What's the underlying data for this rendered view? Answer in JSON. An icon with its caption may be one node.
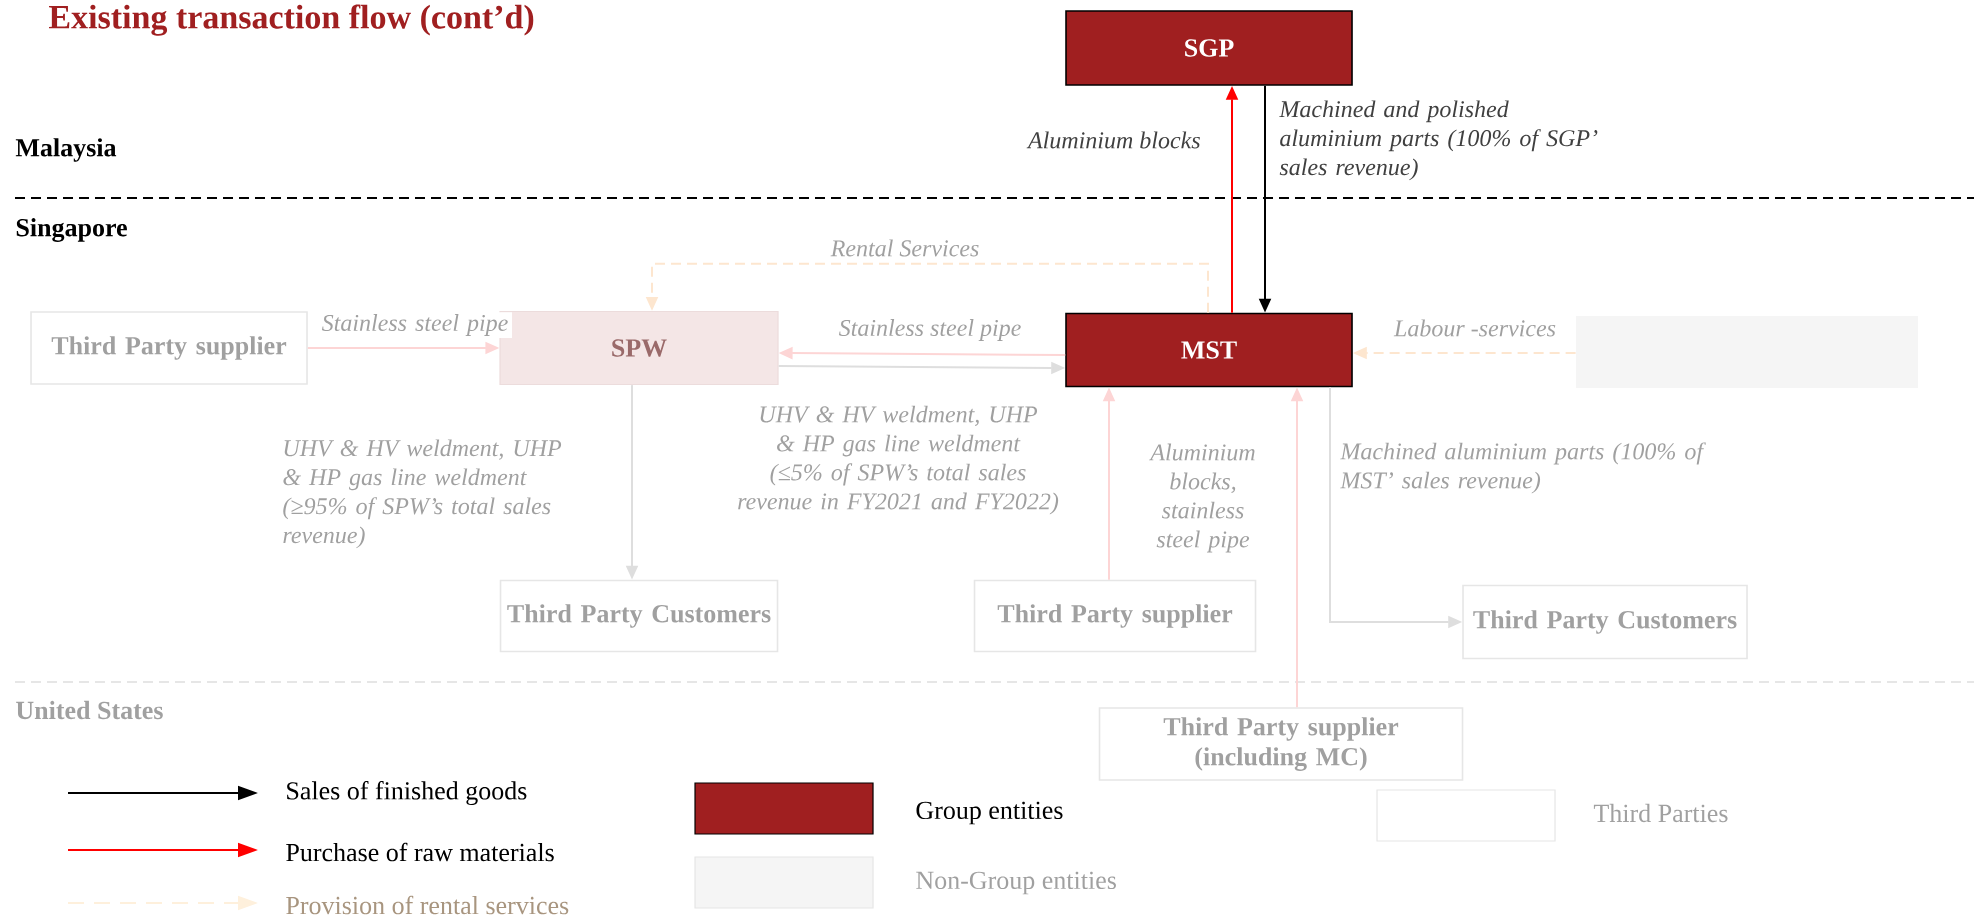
{
  "diagram": {
    "title": "Existing transaction flow (cont’d)",
    "nodes": [
      {
        "text": [
          "SGP"
        ]
      },
      {
        "text": [
          "Third Party supplier"
        ]
      },
      {
        "text": [
          "SPW"
        ]
      },
      {
        "text": [
          "MST"
        ]
      },
      {
        "text": [],
        "shape": "box"
      },
      {
        "text": [
          "Third Party Customers"
        ]
      },
      {
        "text": [
          "Third Party supplier"
        ]
      },
      {
        "text": [
          "Third Party Customers"
        ]
      },
      {
        "text": [
          "Third Party supplier (including MC)"
        ]
      }
    ],
    "edges": [
      {
        "from": 3,
        "to": 0,
        "arrow": "to",
        "label": "Aluminium blocks",
        "color": "#ff0000"
      },
      {
        "from": 0,
        "to": 3,
        "arrow": "to",
        "label": "Machined and polished aluminium parts (100% of  SGP’ sales revenue)",
        "color": "#000000"
      },
      {
        "from": 1,
        "to": 2,
        "arrow": "to",
        "label": "Stainless steel pipe",
        "color": "#fdd5d5"
      },
      {
        "from": 3,
        "to": 2,
        "arrow": "to",
        "label": "Stainless steel pipe",
        "color": "#fdd5d5"
      },
      {
        "from": 2,
        "to": 3,
        "arrow": "to",
        "label": "UHV &  HV weldment, UHP & HP gas line weldment (≤5% of SPW’s total sales revenue in FY2021 and FY2022)",
        "color": "#dedede"
      },
      {
        "from": 2,
        "to": 5,
        "arrow": "to",
        "label": "UHV &  HV weldment, UHP & HP gas line weldment (≥95% of SPW’s total sales revenue)",
        "color": "#dedede"
      },
      {
        "from": 3,
        "to": 2,
        "arrow": "to",
        "label": "Rental Services",
        "style": "dashed",
        "color": "#fde6cf"
      },
      {
        "from": 4,
        "to": 3,
        "arrow": "to",
        "label": "Labour -services",
        "style": "dashed",
        "color": "#fde6cf"
      },
      {
        "from": 6,
        "to": 3,
        "arrow": "to",
        "label": "Aluminium blocks, stainless steel pipe",
        "color": "#fdd5d5"
      },
      {
        "from": 8,
        "to": 3,
        "arrow": "to",
        "color": "#fdd5d5"
      },
      {
        "from": 3,
        "to": 7,
        "arrow": "to",
        "label": "Machined aluminium parts (100% of  MST’ sales revenue)",
        "color": "#dedede"
      }
    ],
    "labels": [
      "Malaysia",
      "Singapore",
      "United States"
    ],
    "legend": [
      {
        "text": "Sales of finished goods"
      },
      {
        "text": "Purchase of raw materials"
      },
      {
        "text": "Provision of rental services"
      },
      {
        "text": "Group entities",
        "color": "#a01f20"
      },
      {
        "text": "Non-Group entities",
        "color": "#f5f5f5"
      },
      {
        "text": "Third Parties",
        "color": "#ffffff"
      }
    ]
  }
}
